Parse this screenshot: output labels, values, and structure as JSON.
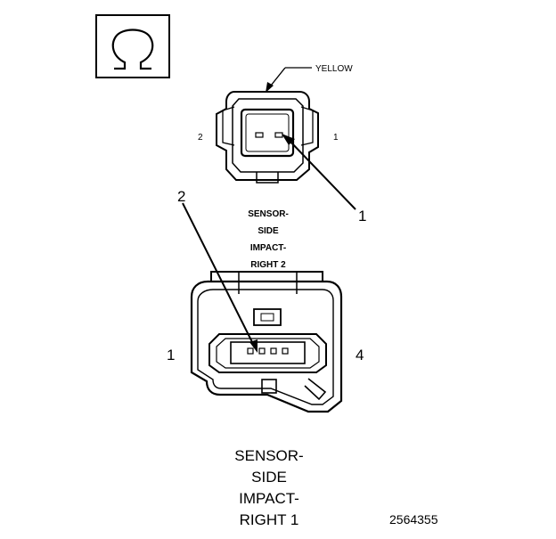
{
  "symbol": {
    "icon": "ohm-symbol-icon"
  },
  "connector_top": {
    "color_label": "YELLOW",
    "pin_left": "2",
    "pin_right": "1",
    "callout": "1",
    "title_lines": [
      "SENSOR-",
      "SIDE",
      "IMPACT-",
      "RIGHT 2"
    ]
  },
  "connector_bottom": {
    "callout": "2",
    "pin_left": "1",
    "pin_right": "4",
    "title_lines": [
      "SENSOR-",
      "SIDE",
      "IMPACT-",
      "RIGHT 1"
    ]
  },
  "figure_number": "2564355"
}
